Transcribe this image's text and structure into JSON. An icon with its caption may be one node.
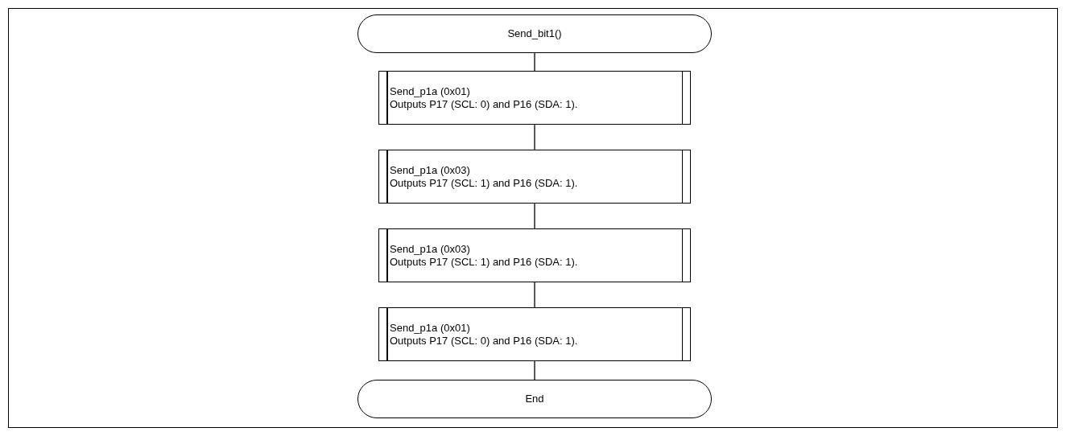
{
  "diagram": {
    "nodes": [
      {
        "text": [
          "Send_bit1()"
        ]
      },
      {
        "text": [
          "Send_p1a (0x01)",
          "Outputs P17 (SCL: 0) and P16 (SDA: 1)."
        ]
      },
      {
        "text": [
          "Send_p1a (0x03)",
          "Outputs P17 (SCL: 1) and P16 (SDA: 1)."
        ]
      },
      {
        "text": [
          "Send_p1a (0x03)",
          "Outputs P17 (SCL: 1) and P16 (SDA: 1)."
        ]
      },
      {
        "text": [
          "Send_p1a (0x01)",
          "Outputs P17 (SCL: 0) and P16 (SDA: 1)."
        ]
      },
      {
        "text": [
          "End"
        ]
      }
    ],
    "edges": [
      {
        "from": 0,
        "to": 1,
        "arrow": "none"
      },
      {
        "from": 1,
        "to": 2,
        "arrow": "none"
      },
      {
        "from": 2,
        "to": 3,
        "arrow": "none"
      },
      {
        "from": 3,
        "to": 4,
        "arrow": "none"
      },
      {
        "from": 4,
        "to": 5,
        "arrow": "none"
      }
    ]
  }
}
